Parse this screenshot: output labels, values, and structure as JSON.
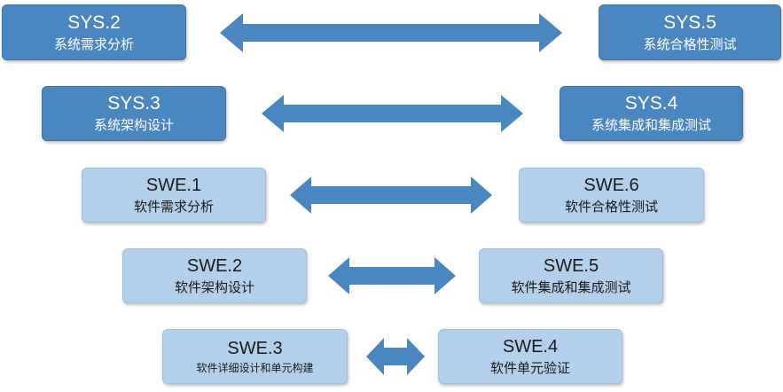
{
  "colors": {
    "sys_box": "#4a87c1",
    "swe_box": "#b2cfeb",
    "arrow": "#4a87c1"
  },
  "rows": [
    {
      "left": {
        "code": "SYS.2",
        "name": "系统需求分析"
      },
      "right": {
        "code": "SYS.5",
        "name": "系统合格性测试"
      }
    },
    {
      "left": {
        "code": "SYS.3",
        "name": "系统架构设计"
      },
      "right": {
        "code": "SYS.4",
        "name": "系统集成和集成测试"
      }
    },
    {
      "left": {
        "code": "SWE.1",
        "name": "软件需求分析"
      },
      "right": {
        "code": "SWE.6",
        "name": "软件合格性测试"
      }
    },
    {
      "left": {
        "code": "SWE.2",
        "name": "软件架构设计"
      },
      "right": {
        "code": "SWE.5",
        "name": "软件集成和集成测试"
      }
    },
    {
      "left": {
        "code": "SWE.3",
        "name": "软件详细设计和单元构建"
      },
      "right": {
        "code": "SWE.4",
        "name": "软件单元验证"
      }
    }
  ]
}
